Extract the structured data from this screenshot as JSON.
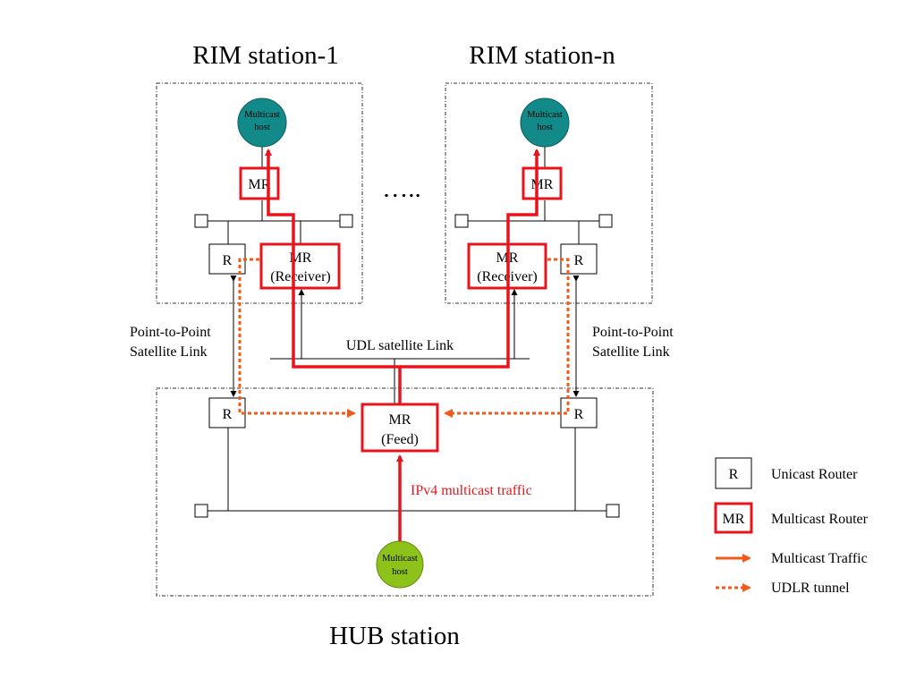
{
  "labels": {
    "rim1_title": "RIM station-1",
    "rimn_title": "RIM station-n",
    "hub_title": "HUB station",
    "ellipsis": "…..",
    "udl_link": "UDL satellite Link",
    "p2p_left_1": "Point-to-Point",
    "p2p_left_2": "Satellite Link",
    "p2p_right_1": "Point-to-Point",
    "p2p_right_2": "Satellite Link",
    "ipv4_traffic": "IPv4 multicast traffic"
  },
  "nodes": {
    "host_line1": "Multicast",
    "host_line2": "host",
    "mr": "MR",
    "r": "R",
    "receiver_line2": "(Receiver)",
    "feed_line2": "(Feed)"
  },
  "legend": {
    "r_symbol": "R",
    "mr_symbol": "MR",
    "unicast_router": "Unicast Router",
    "multicast_router": "Multicast Router",
    "multicast_traffic": "Multicast Traffic",
    "udlr_tunnel": "UDLR tunnel"
  },
  "colors": {
    "multicast_red": "#e8141c",
    "tunnel_orange": "#f05a1a",
    "rim_host_teal": "#138a8a",
    "hub_host_green": "#8cc21a"
  }
}
